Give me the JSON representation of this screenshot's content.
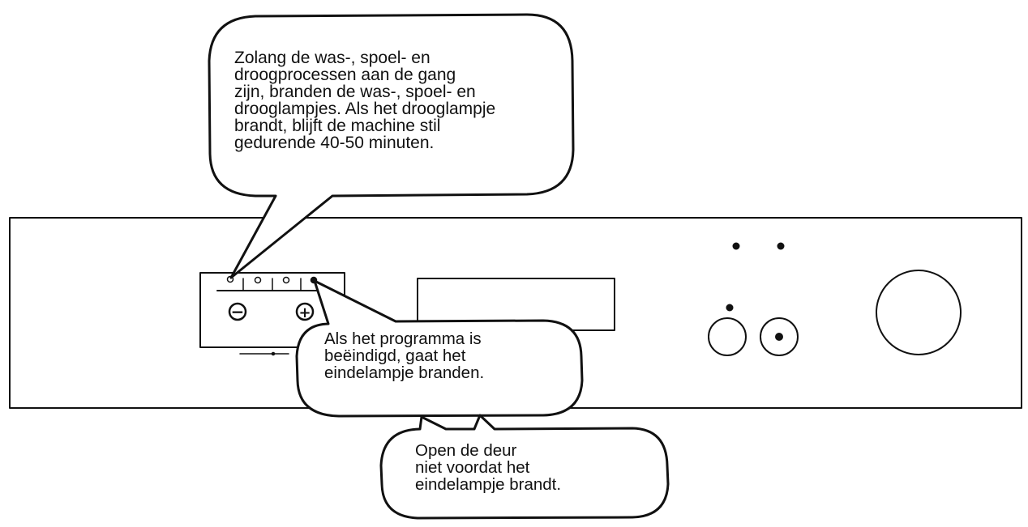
{
  "callouts": {
    "top": {
      "lines": [
        "Zolang de was-, spoel- en",
        "droogprocessen aan de gang",
        "zijn, branden de was-, spoel- en",
        "drooglampjes. Als het drooglampje",
        "brandt, blijft de machine stil",
        "gedurende 40-50 minuten."
      ]
    },
    "middle": {
      "lines": [
        "Als het programma is",
        "beëindigd, gaat het",
        "eindelampje branden."
      ]
    },
    "bottom": {
      "lines": [
        "Open de deur",
        "niet voordat het",
        "eindelampje brandt."
      ]
    }
  },
  "panel": {
    "minus_symbol": "−",
    "plus_symbol": "+"
  },
  "colors": {
    "stroke": "#111111",
    "background": "#ffffff"
  }
}
